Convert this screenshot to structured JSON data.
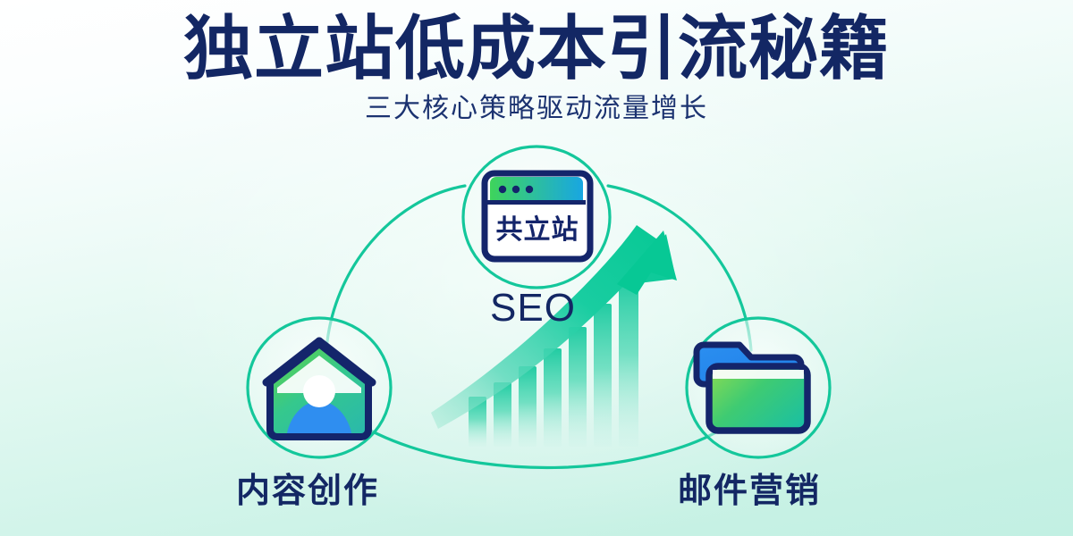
{
  "poster": {
    "title": "独立站低成本引流秘籍",
    "subtitle": "三大核心策略驱动流量增长",
    "background_top_color": "#ffffff",
    "background_bottom_color": "#c2f0e3",
    "title_color": "#132764",
    "accent_green": "#14c79b",
    "accent_blue": "#1a8fe3"
  },
  "nodes": [
    {
      "id": "seo",
      "label": "SEO",
      "icon": "browser-window-icon",
      "icon_text": "共立站",
      "position": "top-center"
    },
    {
      "id": "content",
      "label": "内容创作",
      "icon": "home-person-icon",
      "position": "bottom-left"
    },
    {
      "id": "email",
      "label": "邮件营销",
      "icon": "folder-icon",
      "position": "bottom-right"
    }
  ],
  "growth_chart": {
    "type": "bar",
    "description": "上升柱状图与增长箭头",
    "bar_count": 7,
    "bar_heights": [
      34,
      52,
      72,
      94,
      118,
      146,
      178
    ],
    "arrow": "upward-growth-arrow",
    "bar_color_top": "#19cba0",
    "bar_color_bottom": "#d9f7ee"
  },
  "connector": {
    "shape": "ring",
    "color": "#14c79b",
    "stroke_width": 3
  }
}
